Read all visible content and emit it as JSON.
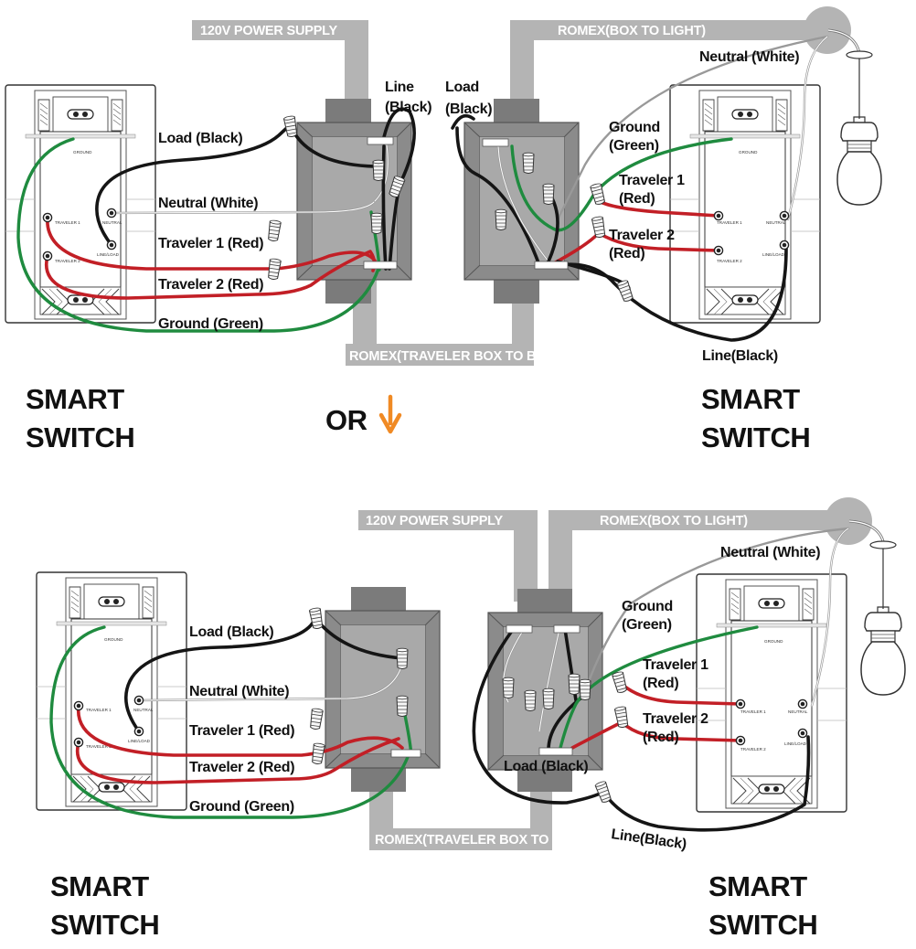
{
  "labels": {
    "power_supply": "120V POWER SUPPLY",
    "romex_box_to_light": "ROMEX(BOX TO LIGHT)",
    "romex_traveler": "ROMEX(TRAVELER BOX TO BOX)",
    "load_black": "Load (Black)",
    "neutral_white": "Neutral (White)",
    "traveler1_red": "Traveler 1 (Red)",
    "traveler2_red": "Traveler 2 (Red)",
    "ground_green": "Ground (Green)",
    "line": "Line",
    "black_paren": "(Black)",
    "load": "Load",
    "ground": "Ground",
    "green_paren": "(Green)",
    "traveler1": "Traveler 1",
    "traveler2": "Traveler 2",
    "red_paren": "(Red)",
    "line_black": "Line(Black)",
    "smart": "SMART",
    "switch": "SWITCH",
    "or": "OR"
  },
  "terminals": {
    "ground": "GROUND",
    "traveler1": "TRAVELER 1",
    "traveler2": "TRAVELER 2",
    "neutral": "NEUTRAL",
    "line_load": "LINE/LOAD"
  },
  "colors": {
    "black_wire": "#151515",
    "red_wire": "#c21f26",
    "green_wire": "#1f8b3f",
    "white_wire": "#999999",
    "romex_banner": "#b4b4b4",
    "arrow": "#f08a24"
  }
}
